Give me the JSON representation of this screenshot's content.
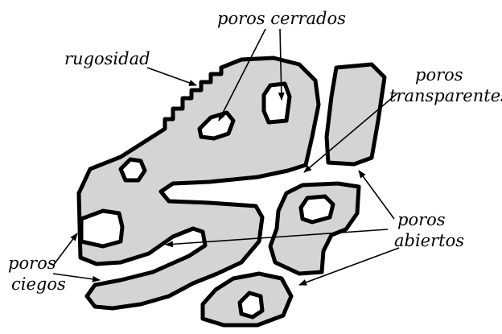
{
  "labels": {
    "closed_pores": "poros cerrados",
    "roughness": "rugosidad",
    "transparent_pores_line1": "poros",
    "transparent_pores_line2": "transparentes",
    "open_pores_line1": "poros",
    "open_pores_line2": "abiertos",
    "blind_pores_line1": "poros",
    "blind_pores_line2": "ciegos"
  },
  "colors": {
    "particle_fill": "#d4d4d4",
    "outline": "#000000",
    "background": "#ffffff"
  }
}
